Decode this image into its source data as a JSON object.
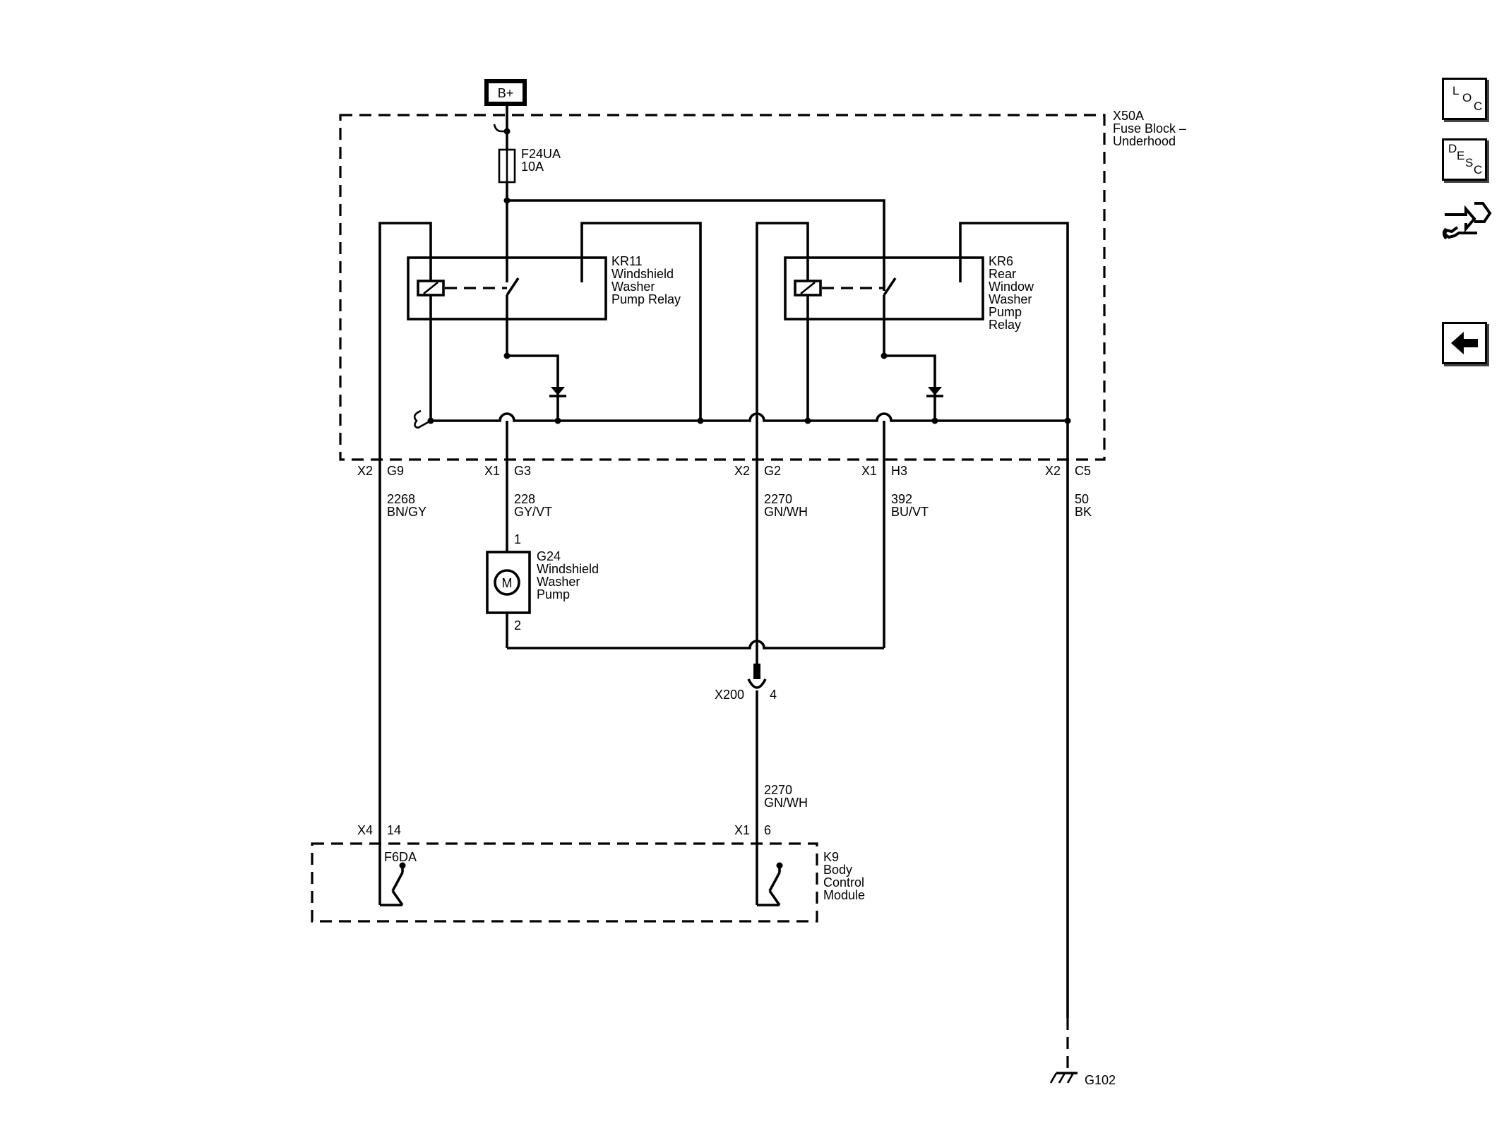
{
  "power": {
    "label": "B+"
  },
  "fuse_block": {
    "id": "X50A",
    "line1": "Fuse Block –",
    "line2": "Underhood"
  },
  "fuse": {
    "id": "F24UA",
    "rating": "10A"
  },
  "relay_kr11": {
    "lines": [
      "KR11",
      "Windshield",
      "Washer",
      "Pump Relay"
    ]
  },
  "relay_kr6": {
    "lines": [
      "KR6",
      "Rear",
      "Window",
      "Washer",
      "Pump",
      "Relay"
    ]
  },
  "connectors": [
    {
      "conn": "X2",
      "pin": "G9",
      "circuit": "2268",
      "color": "BN/GY"
    },
    {
      "conn": "X1",
      "pin": "G3",
      "circuit": "228",
      "color": "GY/VT"
    },
    {
      "conn": "X2",
      "pin": "G2",
      "circuit": "2270",
      "color": "GN/WH"
    },
    {
      "conn": "X1",
      "pin": "H3",
      "circuit": "392",
      "color": "BU/VT"
    },
    {
      "conn": "X2",
      "pin": "C5",
      "circuit": "50",
      "color": "BK"
    }
  ],
  "pump": {
    "symbol": "M",
    "pin_top": "1",
    "pin_bottom": "2",
    "lines": [
      "G24",
      "Windshield",
      "Washer",
      "Pump"
    ]
  },
  "inline_connector": {
    "id": "X200",
    "pin": "4"
  },
  "lower_wire": {
    "circuit": "2270",
    "color": "GN/WH"
  },
  "bcm": {
    "lines": [
      "K9",
      "Body",
      "Control",
      "Module"
    ],
    "conn_a": "X4",
    "pin_a": "14",
    "switch_a": "F6DA",
    "conn_b": "X1",
    "pin_b": "6"
  },
  "ground": {
    "id": "G102"
  },
  "nav": {
    "loc": [
      "L",
      "O",
      "C"
    ],
    "desc": [
      "D",
      "E",
      "S",
      "C"
    ]
  }
}
